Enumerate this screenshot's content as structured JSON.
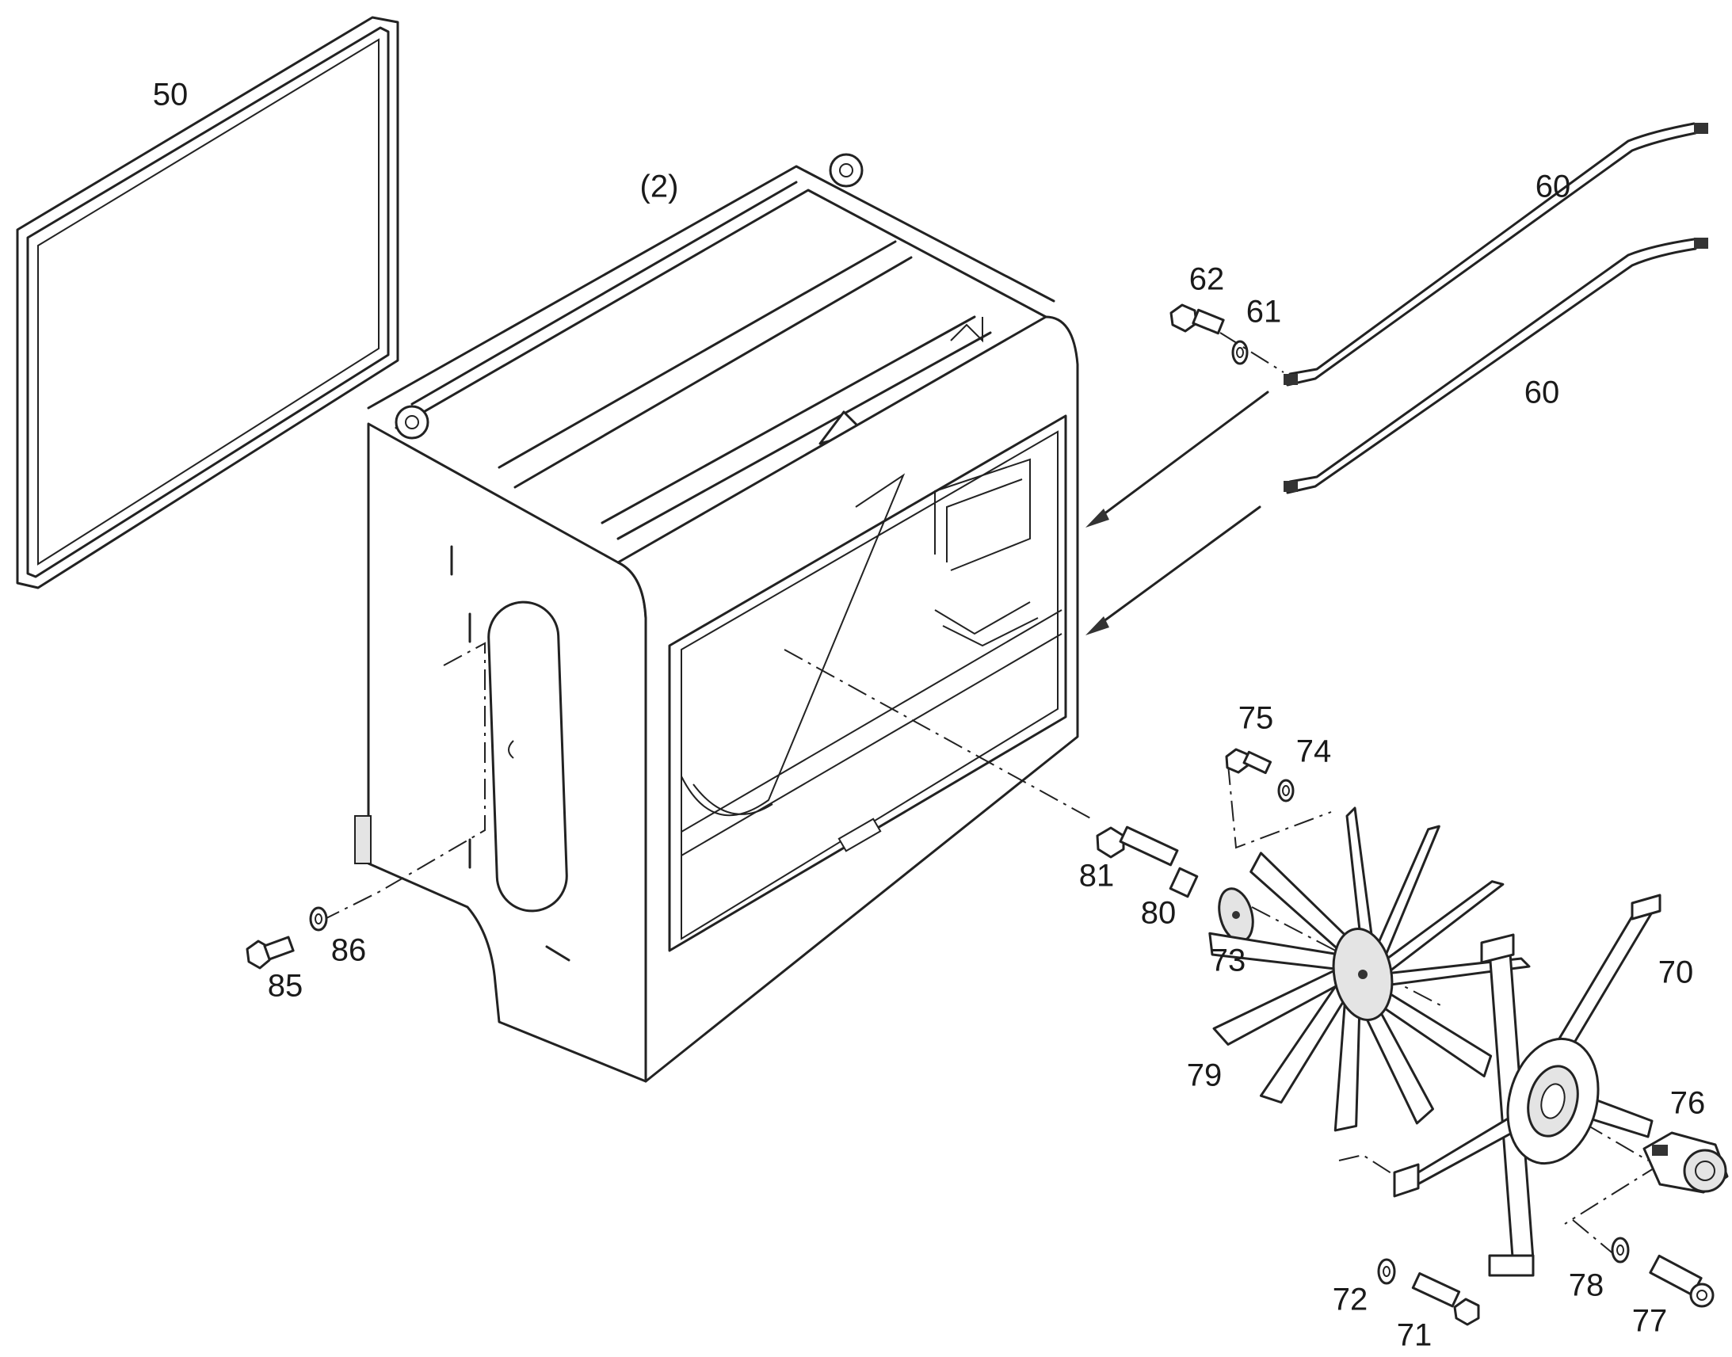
{
  "diagram": {
    "labels": [
      {
        "id": "frame",
        "text": "(2)"
      },
      {
        "id": "p50",
        "text": "50"
      },
      {
        "id": "p60a",
        "text": "60"
      },
      {
        "id": "p60b",
        "text": "60"
      },
      {
        "id": "p61",
        "text": "61"
      },
      {
        "id": "p62",
        "text": "62"
      },
      {
        "id": "p70",
        "text": "70"
      },
      {
        "id": "p71",
        "text": "71"
      },
      {
        "id": "p72",
        "text": "72"
      },
      {
        "id": "p73",
        "text": "73"
      },
      {
        "id": "p74",
        "text": "74"
      },
      {
        "id": "p75",
        "text": "75"
      },
      {
        "id": "p76",
        "text": "76"
      },
      {
        "id": "p77",
        "text": "77"
      },
      {
        "id": "p78",
        "text": "78"
      },
      {
        "id": "p79",
        "text": "79"
      },
      {
        "id": "p80",
        "text": "80"
      },
      {
        "id": "p81",
        "text": "81"
      },
      {
        "id": "p85",
        "text": "85"
      },
      {
        "id": "p86",
        "text": "86"
      }
    ]
  }
}
